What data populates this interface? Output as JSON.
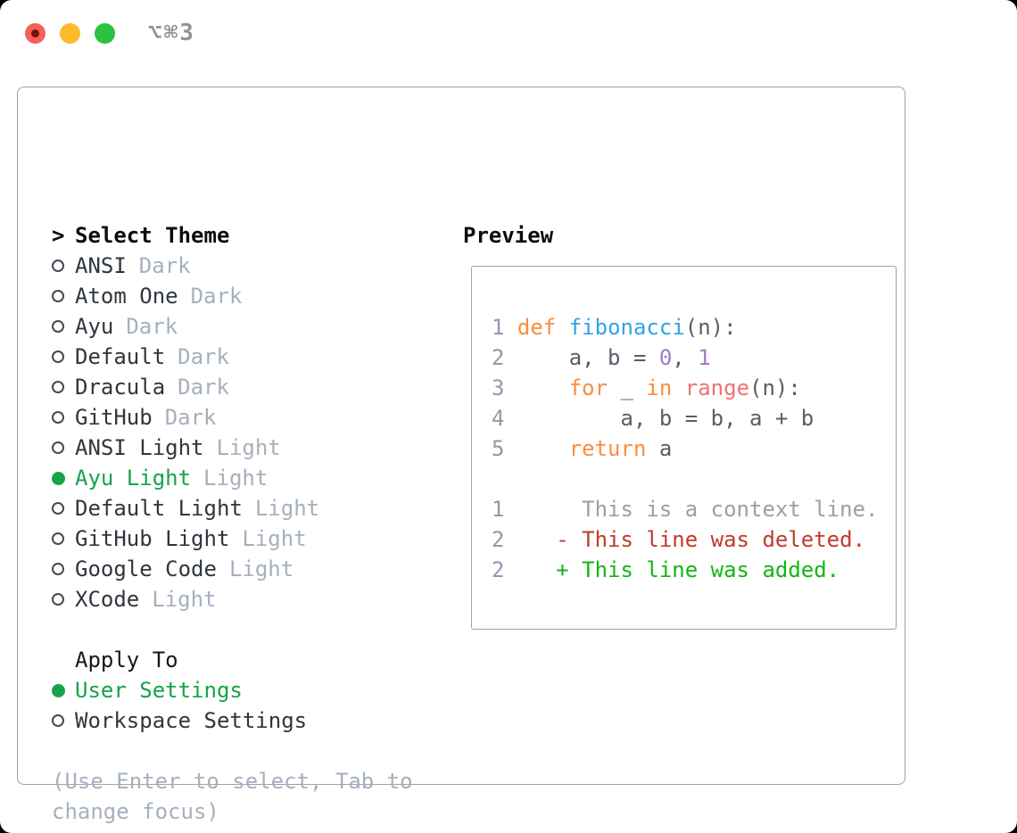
{
  "window": {
    "title": "⌥⌘3",
    "traffic_lights": [
      "close",
      "minimize",
      "zoom"
    ]
  },
  "theme_list": {
    "prompt": ">",
    "header": "Select Theme",
    "items": [
      {
        "name": "ANSI",
        "variant": "Dark",
        "selected": false
      },
      {
        "name": "Atom One",
        "variant": "Dark",
        "selected": false
      },
      {
        "name": "Ayu",
        "variant": "Dark",
        "selected": false
      },
      {
        "name": "Default",
        "variant": "Dark",
        "selected": false
      },
      {
        "name": "Dracula",
        "variant": "Dark",
        "selected": false
      },
      {
        "name": "GitHub",
        "variant": "Dark",
        "selected": false
      },
      {
        "name": "ANSI Light",
        "variant": "Light",
        "selected": false
      },
      {
        "name": "Ayu Light",
        "variant": "Light",
        "selected": true
      },
      {
        "name": "Default Light",
        "variant": "Light",
        "selected": false
      },
      {
        "name": "GitHub Light",
        "variant": "Light",
        "selected": false
      },
      {
        "name": "Google Code",
        "variant": "Light",
        "selected": false
      },
      {
        "name": "XCode",
        "variant": "Light",
        "selected": false
      }
    ]
  },
  "apply_to": {
    "header": "Apply To",
    "options": [
      {
        "label": "User Settings",
        "selected": true
      },
      {
        "label": "Workspace Settings",
        "selected": false
      }
    ]
  },
  "hint": "(Use Enter to select, Tab to change focus)",
  "preview": {
    "header": "Preview",
    "code_lines": [
      {
        "no": "1",
        "segments": [
          {
            "text": " ",
            "color": "default"
          },
          {
            "text": "def",
            "color": "keyword"
          },
          {
            "text": " ",
            "color": "default"
          },
          {
            "text": "fibonacci",
            "color": "function"
          },
          {
            "text": "(n):",
            "color": "default"
          }
        ]
      },
      {
        "no": "2",
        "segments": [
          {
            "text": "     a, b = ",
            "color": "default"
          },
          {
            "text": "0",
            "color": "number"
          },
          {
            "text": ", ",
            "color": "default"
          },
          {
            "text": "1",
            "color": "number"
          }
        ]
      },
      {
        "no": "3",
        "segments": [
          {
            "text": "     ",
            "color": "default"
          },
          {
            "text": "for",
            "color": "keyword"
          },
          {
            "text": " _ ",
            "color": "default"
          },
          {
            "text": "in",
            "color": "keyword"
          },
          {
            "text": " ",
            "color": "default"
          },
          {
            "text": "range",
            "color": "builtin"
          },
          {
            "text": "(n):",
            "color": "default"
          }
        ]
      },
      {
        "no": "4",
        "segments": [
          {
            "text": "         a, b = b, a + b",
            "color": "default"
          }
        ]
      },
      {
        "no": "5",
        "segments": [
          {
            "text": "     ",
            "color": "default"
          },
          {
            "text": "return",
            "color": "keyword"
          },
          {
            "text": " a",
            "color": "default"
          }
        ]
      }
    ],
    "diff_lines": [
      {
        "no": "1",
        "segments": [
          {
            "text": "      This is a context line.",
            "color": "context"
          }
        ]
      },
      {
        "no": "2",
        "segments": [
          {
            "text": "    - This line was deleted.",
            "color": "deleted"
          }
        ]
      },
      {
        "no": "2",
        "segments": [
          {
            "text": "    + This line was added.",
            "color": "added"
          }
        ]
      }
    ]
  },
  "colors": {
    "selected_green": "#16a34a",
    "variant_gray": "#a6b0bd",
    "hint_gray": "#a6b0bd",
    "border_gray": "#99a2b0",
    "header_black": "#0a0c0e",
    "item_text": "#2f363d",
    "line_number": "#8e9aa9",
    "code_default": "#565e66",
    "keyword_orange": "#fa8d3e",
    "function_blue": "#30a3e6",
    "number_purple": "#a37acc",
    "builtin_coral": "#f07171",
    "diff_context": "#98a0a8",
    "diff_deleted": "#c13a2b",
    "diff_added": "#12b514",
    "titlebar_text": "#8f949b",
    "traffic_red": "#f4615a",
    "traffic_red_dot": "#76120a",
    "traffic_yellow": "#fbbb2c",
    "traffic_green": "#2cc23e"
  }
}
